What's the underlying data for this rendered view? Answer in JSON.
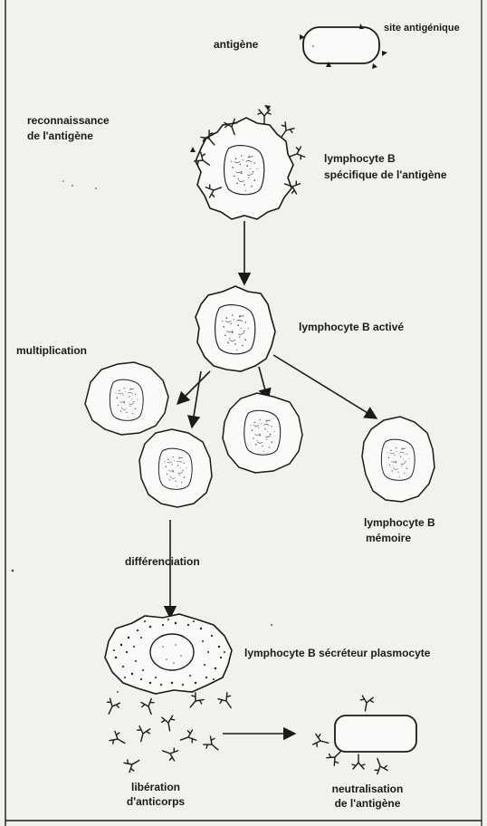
{
  "labels": {
    "antigen": "antigène",
    "antigenic_site": "site antigénique",
    "recognition_line1": "reconnaissance",
    "recognition_line2": "de l'antigène",
    "b_cell_line1": "lymphocyte B",
    "b_cell_line2": "spécifique de l'antigène",
    "activated_b_cell": "lymphocyte B activé",
    "multiplication": "multiplication",
    "memory_line1": "lymphocyte B",
    "memory_line2": "mémoire",
    "differentiation": "différenciation",
    "plasma_cell": "lymphocyte B sécréteur plasmocyte",
    "release_line1": "libération",
    "release_line2": "d'anticorps",
    "neutralization_line1": "neutralisation",
    "neutralization_line2": "de l'antigène"
  },
  "colors": {
    "background": "#f3f1ec",
    "ink": "#1a1a1a"
  }
}
